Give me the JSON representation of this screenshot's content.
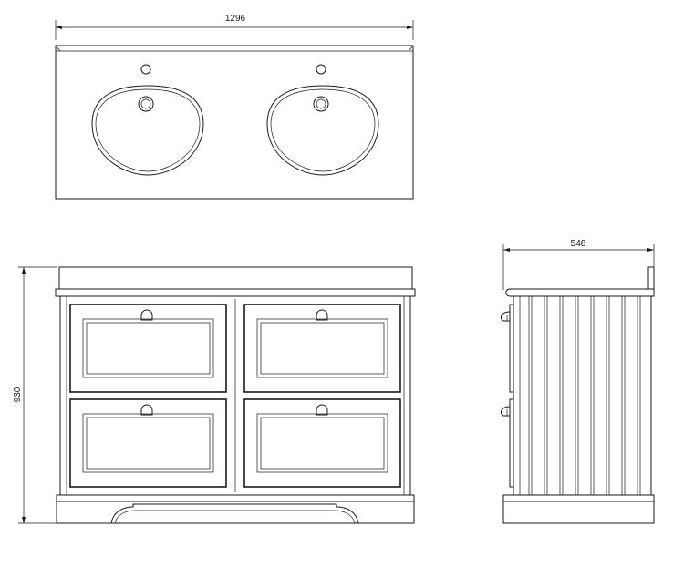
{
  "dimensions": {
    "width": "1296",
    "height": "930",
    "depth": "548"
  },
  "colors": {
    "line": "#1a1a1a",
    "background": "#ffffff"
  }
}
